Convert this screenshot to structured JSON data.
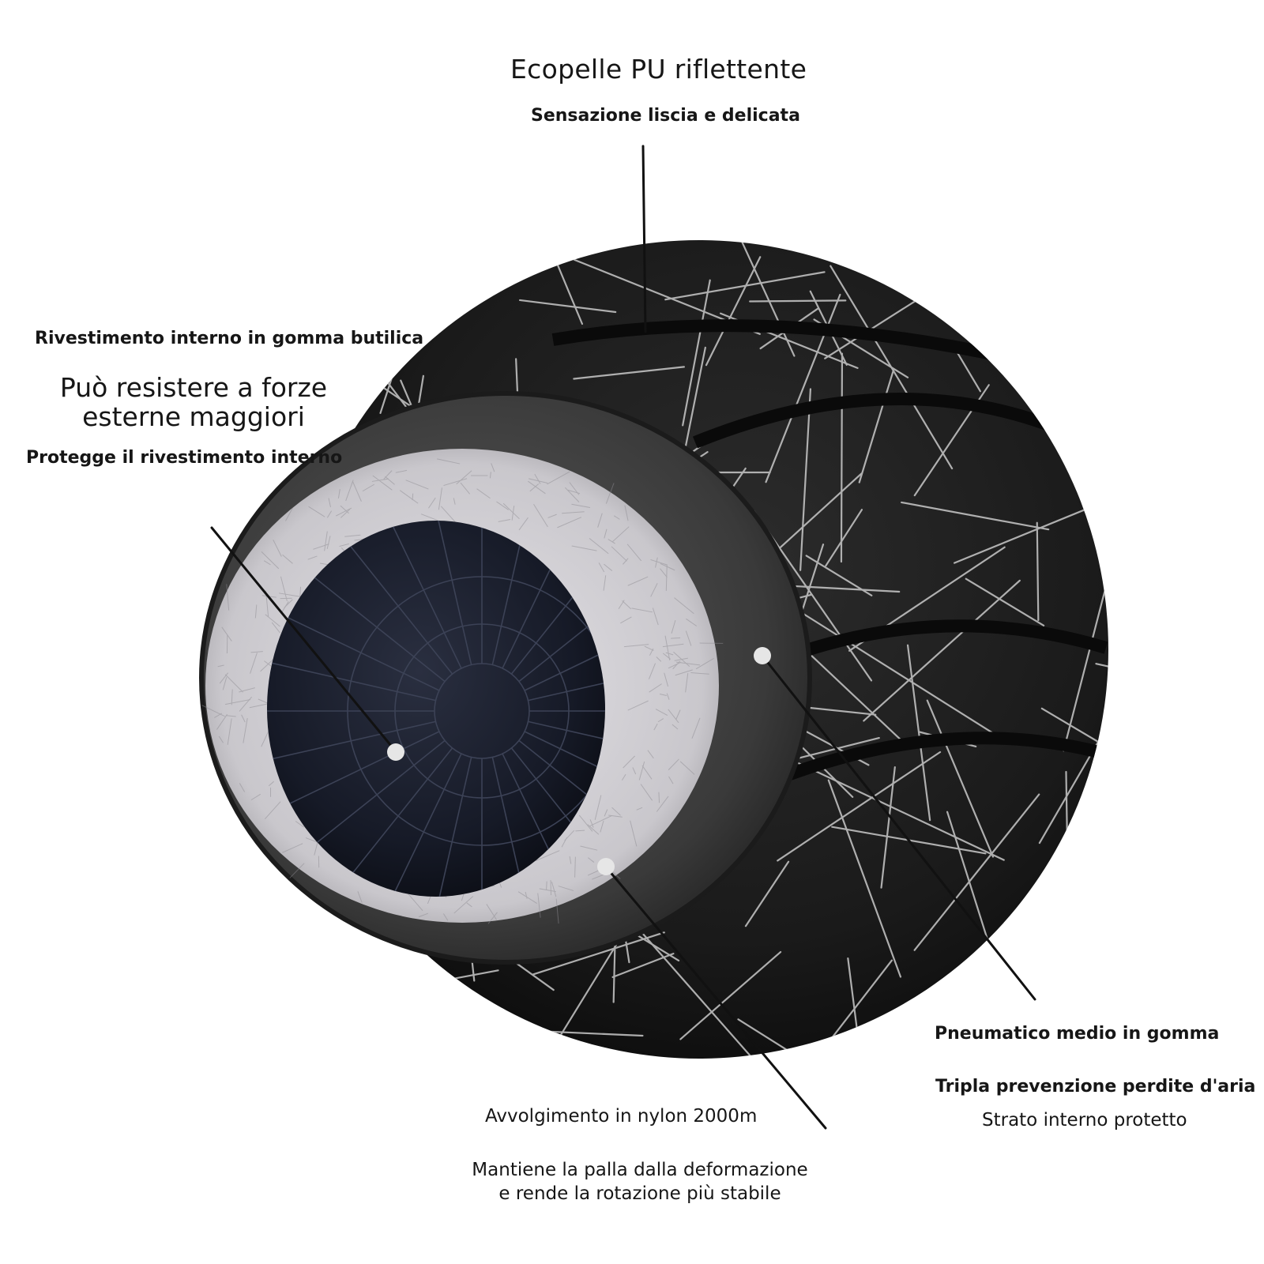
{
  "labels": {
    "outer_title": "Ecopelle PU riflettente",
    "outer_subtitle": "Sensazione liscia e delicata",
    "lining_heading": "Rivestimento interno in gomma butilica",
    "lining_title_line1": "Può resistere a forze",
    "lining_title_line2": "esterne maggiori",
    "lining_subtitle": "Protegge il rivestimento interno",
    "tire_heading": "Pneumatico medio in gomma",
    "tire_line1": "Tripla prevenzione perdite d'aria",
    "tire_line2": "Strato interno protetto",
    "nylon_heading": "Avvolgimento in nylon 2000m",
    "nylon_line1": "Mantiene la palla dalla deformazione",
    "nylon_line2": "e rende la rotazione più stabile"
  },
  "colors": {
    "background": "#ffffff",
    "text": "#161616",
    "ball_dark": "#1a1a1a",
    "line_pattern": "#c9c9c9",
    "nylon_layer": "#d4d2d6",
    "bladder": "#141826",
    "marker_dot": "#e6e6e6"
  }
}
